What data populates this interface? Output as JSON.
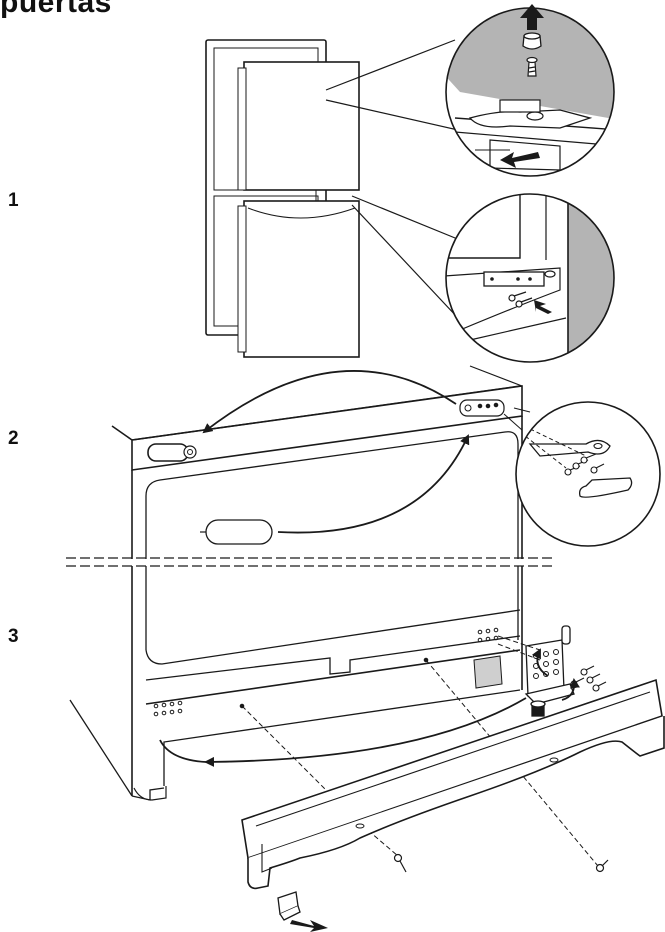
{
  "header": {
    "title": "puertas"
  },
  "steps": [
    {
      "label": "1"
    },
    {
      "label": "2"
    },
    {
      "label": "3"
    }
  ],
  "colors": {
    "line": "#1a1a1a",
    "wall_gray": "#b4b4b4",
    "plate_gray": "#cfcfcf"
  },
  "icons": [
    "up-arrow-icon",
    "pull-arrow-icon",
    "screw-icon",
    "curved-arrow-icon"
  ]
}
